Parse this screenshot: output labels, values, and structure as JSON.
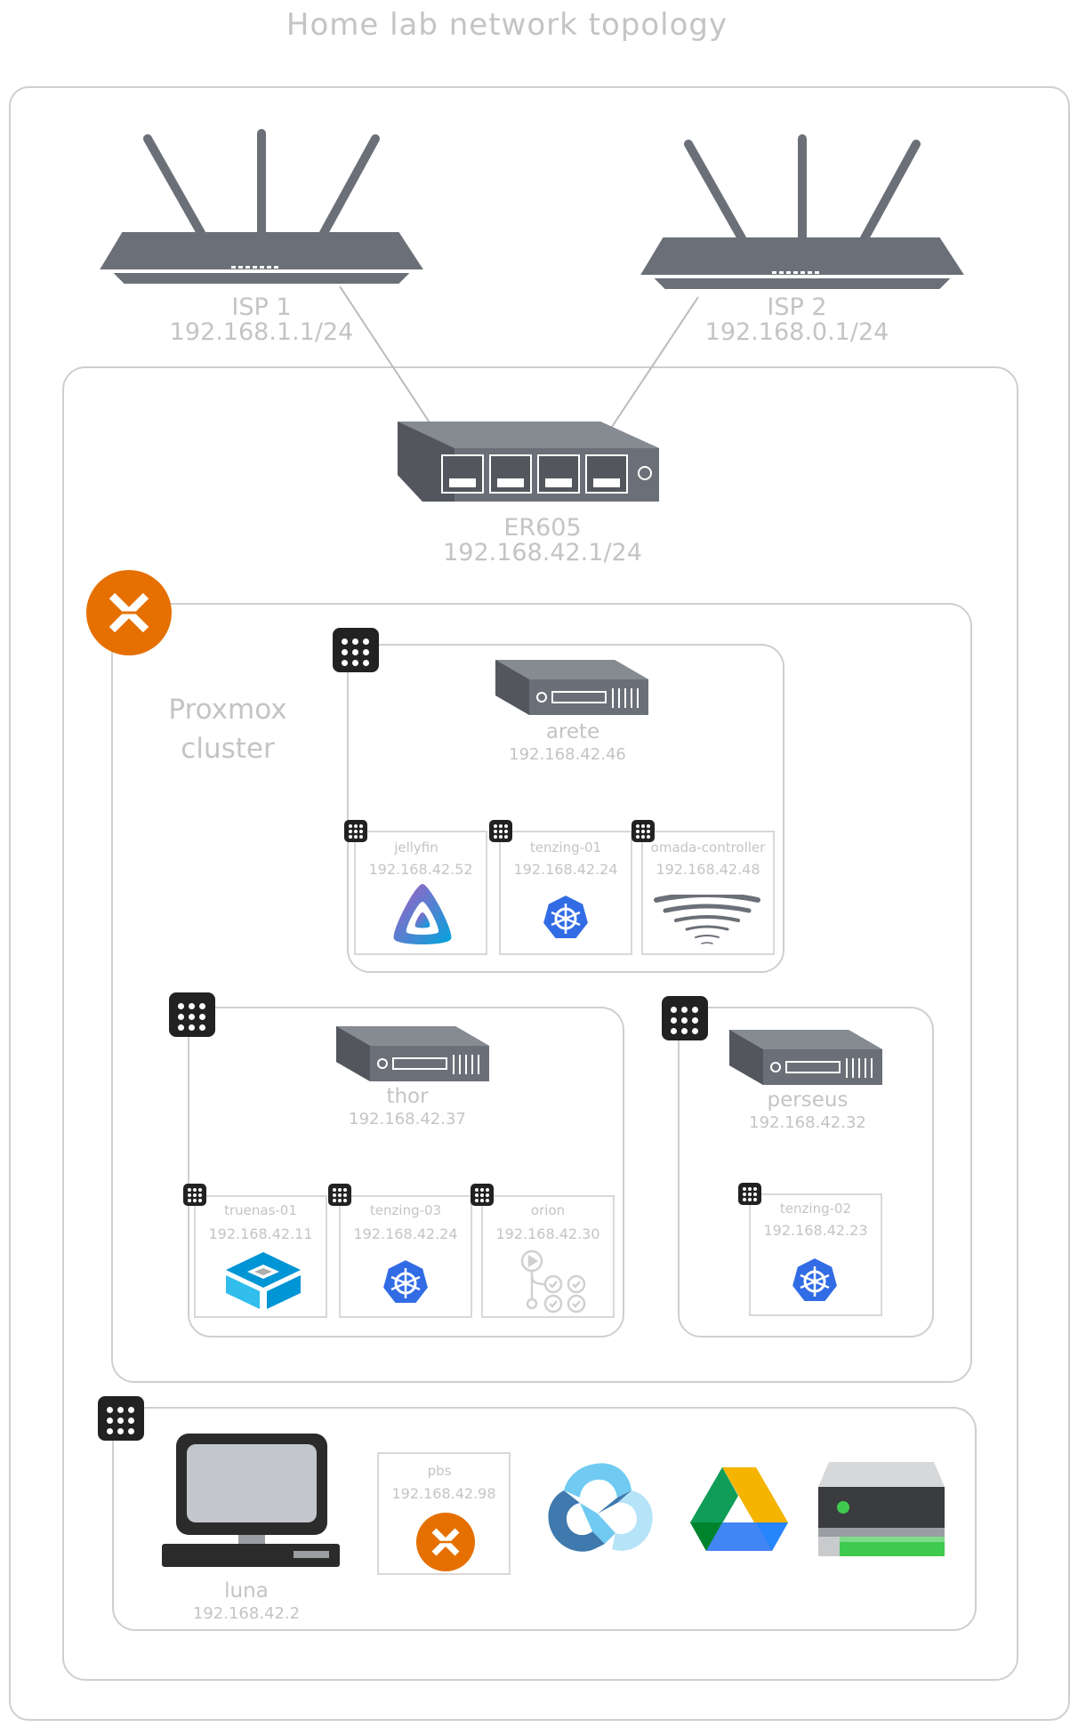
{
  "title": "Home lab network topology",
  "isp1": {
    "name": "ISP 1",
    "ip": "192.168.1.1/24"
  },
  "isp2": {
    "name": "ISP 2",
    "ip": "192.168.0.1/24"
  },
  "router": {
    "name": "ER605",
    "ip": "192.168.42.1/24"
  },
  "cluster_label_1": "Proxmox",
  "cluster_label_2": "cluster",
  "hosts": {
    "arete": {
      "name": "arete",
      "ip": "192.168.42.46"
    },
    "thor": {
      "name": "thor",
      "ip": "192.168.42.37"
    },
    "perseus": {
      "name": "perseus",
      "ip": "192.168.42.32"
    }
  },
  "vms": {
    "jellyfin": {
      "name": "jellyfin",
      "ip": "192.168.42.52"
    },
    "tenzing01": {
      "name": "tenzing-01",
      "ip": "192.168.42.24"
    },
    "omada": {
      "name": "omada-controller",
      "ip": "192.168.42.48"
    },
    "truenas": {
      "name": "truenas-01",
      "ip": "192.168.42.11"
    },
    "tenzing03": {
      "name": "tenzing-03",
      "ip": "192.168.42.24"
    },
    "orion": {
      "name": "orion",
      "ip": "192.168.42.30"
    },
    "tenzing02": {
      "name": "tenzing-02",
      "ip": "192.168.42.23"
    },
    "pbs": {
      "name": "pbs",
      "ip": "192.168.42.98"
    }
  },
  "luna": {
    "name": "luna",
    "ip": "192.168.42.2"
  },
  "colors": {
    "device_gray": "#6b7078",
    "proxmox_orange": "#e57000",
    "kubernetes_blue": "#326ce5",
    "truenas_blue": "#0095d5",
    "gdrive_green": "#0f9d58",
    "gdrive_yellow": "#f4b400",
    "gdrive_blue": "#4285f4",
    "storage_green": "#3ec94f",
    "box_stroke": "#cfcfcf",
    "text_gray": "#c4c4c4"
  }
}
